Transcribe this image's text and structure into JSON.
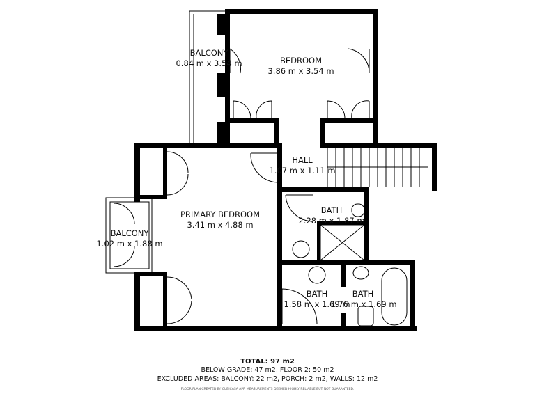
{
  "rooms": [
    {
      "name": "BALCONY",
      "size": "0.84 m x 3.54 m"
    },
    {
      "name": "BEDROOM",
      "size": "3.86 m x 3.54 m"
    },
    {
      "name": "HALL",
      "size": "1.07 m x 1.11 m"
    },
    {
      "name": "PRIMARY BEDROOM",
      "size": "3.41 m x 4.88 m"
    },
    {
      "name": "BATH",
      "size": "2.28 m x 1.87 m"
    },
    {
      "name": "BALCONY",
      "size": "1.02 m x 1.88 m"
    },
    {
      "name": "BATH",
      "size": "1.58 m x 1.69 m"
    },
    {
      "name": "BATH",
      "size": "1.76 m x 1.69 m"
    }
  ],
  "summary": {
    "total": "TOTAL: 97 m2",
    "floors": "BELOW GRADE: 47 m2, FLOOR 2: 50 m2",
    "excluded": "EXCLUDED AREAS: BALCONY: 22 m2, PORCH: 2 m2, WALLS: 12 m2",
    "disclaimer": "FLOOR PLAN CREATED BY CUBICASA APP. MEASUREMENTS DEEMED HIGHLY RELIABLE BUT NOT GUARANTEED."
  },
  "colors": {
    "wall": "#000000",
    "background": "#ffffff"
  }
}
